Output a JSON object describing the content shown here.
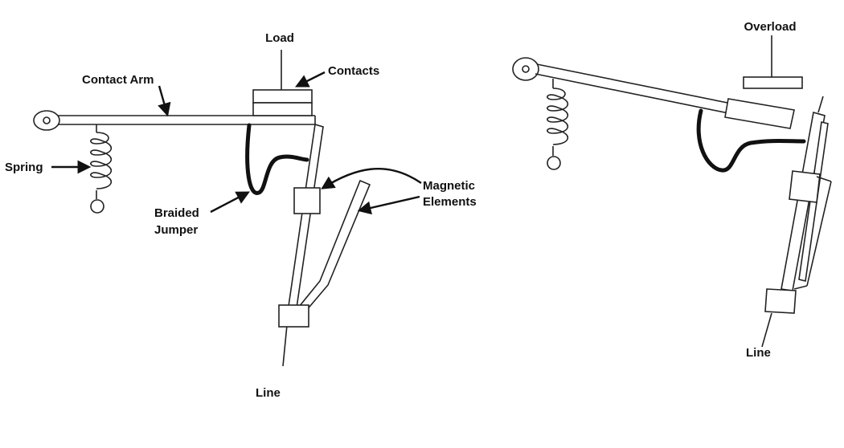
{
  "labels": {
    "load": "Load",
    "contacts": "Contacts",
    "contact_arm": "Contact Arm",
    "spring": "Spring",
    "braided_jumper_line1": "Braided",
    "braided_jumper_line2": "Jumper",
    "magnetic_elements_line1": "Magnetic",
    "magnetic_elements_line2": "Elements",
    "line_left": "Line",
    "overload": "Overload",
    "line_right": "Line"
  },
  "colors": {
    "ink": "#111111",
    "background": "#ffffff"
  }
}
